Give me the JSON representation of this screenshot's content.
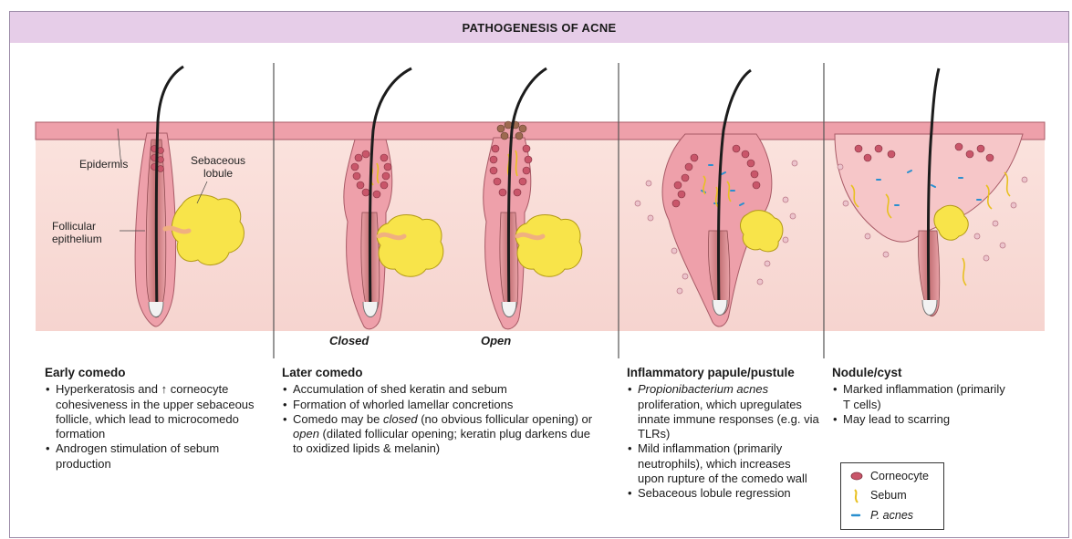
{
  "title": "PATHOGENESIS OF ACNE",
  "labels": {
    "epidermis": "Epidermis",
    "sebaceous_line1": "Sebaceous",
    "sebaceous_line2": "lobule",
    "follicular_line1": "Follicular",
    "follicular_line2": "epithelium",
    "closed": "Closed",
    "open": "Open"
  },
  "panels": [
    {
      "heading": "Early comedo",
      "bullets": [
        [
          "Hyperkeratosis and ↑ corneocyte cohesiveness in the upper sebaceous follicle, which lead to microcomedo formation"
        ],
        [
          "Androgen stimulation of sebum production"
        ]
      ]
    },
    {
      "heading": "Later comedo",
      "b1": "Accumulation of shed keratin and sebum",
      "b2": "Formation of whorled lamellar concretions",
      "b3_a": "Comedo may be ",
      "b3_b": "closed",
      "b3_c": " (no obvious follicular opening) or ",
      "b3_d": "open",
      "b3_e": " (dilated follicular opening; keratin plug darkens due to oxidized lipids & melanin)"
    },
    {
      "heading": "Inflammatory papule/pustule",
      "b1_a": "Propionibacterium acnes",
      "b1_b": " proliferation, which upregulates innate immune responses (e.g. via TLRs)",
      "b2": "Mild inflammation (primarily neutrophils), which increases upon rupture of the comedo wall",
      "b3": "Sebaceous lobule regression"
    },
    {
      "heading": "Nodule/cyst",
      "b1": "Marked inflammation (primarily T cells)",
      "b2": "May lead to scarring"
    }
  ],
  "legend": {
    "corneocyte": "Corneocyte",
    "sebum": "Sebum",
    "pacnes": "P. acnes"
  },
  "colors": {
    "title_bg": "#e6cde8",
    "dermis": "#f8dcd6",
    "epidermis": "#eea0aa",
    "follicle": "#c6787a",
    "sebaceous": "#f8e44a",
    "hair": "#1c1c1c",
    "corneocyte": "#c9566a",
    "pacnes": "#2a8fcf"
  }
}
